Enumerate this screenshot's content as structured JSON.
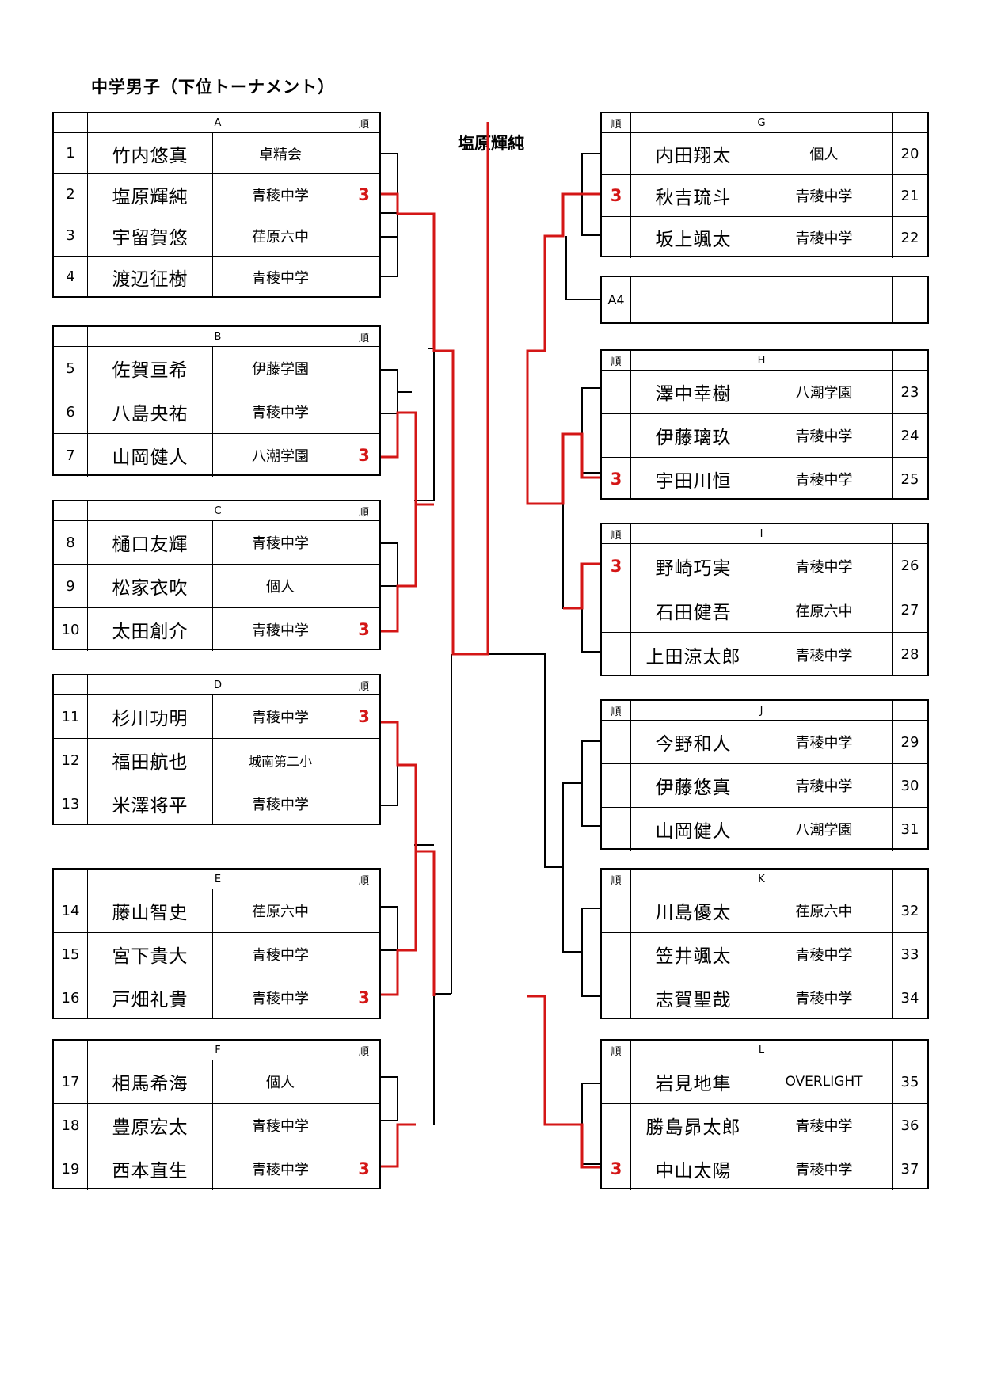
{
  "title": "中学男子（下位トーナメント）",
  "champion": "塩原輝純",
  "rank_label": "順",
  "groups": {
    "A": {
      "label": "A",
      "rows": [
        {
          "no": "1",
          "name": "竹内悠真",
          "team": "卓精会",
          "score": ""
        },
        {
          "no": "2",
          "name": "塩原輝純",
          "team": "青稜中学",
          "score": "3"
        },
        {
          "no": "3",
          "name": "宇留賀悠",
          "team": "荏原六中",
          "score": ""
        },
        {
          "no": "4",
          "name": "渡辺征樹",
          "team": "青稜中学",
          "score": ""
        }
      ]
    },
    "B": {
      "label": "B",
      "rows": [
        {
          "no": "5",
          "name": "佐賀亘希",
          "team": "伊藤学園",
          "score": ""
        },
        {
          "no": "6",
          "name": "八島央祐",
          "team": "青稜中学",
          "score": ""
        },
        {
          "no": "7",
          "name": "山岡健人",
          "team": "八潮学園",
          "score": "3"
        }
      ]
    },
    "C": {
      "label": "C",
      "rows": [
        {
          "no": "8",
          "name": "樋口友輝",
          "team": "青稜中学",
          "score": ""
        },
        {
          "no": "9",
          "name": "松家衣吹",
          "team": "個人",
          "score": ""
        },
        {
          "no": "10",
          "name": "太田創介",
          "team": "青稜中学",
          "score": "3"
        }
      ]
    },
    "D": {
      "label": "D",
      "rows": [
        {
          "no": "11",
          "name": "杉川功明",
          "team": "青稜中学",
          "score": "3"
        },
        {
          "no": "12",
          "name": "福田航也",
          "team": "城南第二小",
          "score": ""
        },
        {
          "no": "13",
          "name": "米澤将平",
          "team": "青稜中学",
          "score": ""
        }
      ]
    },
    "E": {
      "label": "E",
      "rows": [
        {
          "no": "14",
          "name": "藤山智史",
          "team": "荏原六中",
          "score": ""
        },
        {
          "no": "15",
          "name": "宮下貴大",
          "team": "青稜中学",
          "score": ""
        },
        {
          "no": "16",
          "name": "戸畑礼貴",
          "team": "青稜中学",
          "score": "3"
        }
      ]
    },
    "F": {
      "label": "F",
      "rows": [
        {
          "no": "17",
          "name": "相馬希海",
          "team": "個人",
          "score": ""
        },
        {
          "no": "18",
          "name": "豊原宏太",
          "team": "青稜中学",
          "score": ""
        },
        {
          "no": "19",
          "name": "西本直生",
          "team": "青稜中学",
          "score": "3"
        }
      ]
    },
    "G": {
      "label": "G",
      "rows": [
        {
          "no": "20",
          "name": "内田翔太",
          "team": "個人",
          "score": ""
        },
        {
          "no": "21",
          "name": "秋吉琉斗",
          "team": "青稜中学",
          "score": "3"
        },
        {
          "no": "22",
          "name": "坂上颯太",
          "team": "青稜中学",
          "score": ""
        }
      ]
    },
    "A4": {
      "label": "A4",
      "rows": [
        {
          "no": "",
          "name": "",
          "team": "",
          "score": ""
        }
      ]
    },
    "H": {
      "label": "H",
      "rows": [
        {
          "no": "23",
          "name": "澤中幸樹",
          "team": "八潮学園",
          "score": ""
        },
        {
          "no": "24",
          "name": "伊藤璃玖",
          "team": "青稜中学",
          "score": ""
        },
        {
          "no": "25",
          "name": "宇田川恒",
          "team": "青稜中学",
          "score": "3"
        }
      ]
    },
    "I": {
      "label": "I",
      "rows": [
        {
          "no": "26",
          "name": "野崎巧実",
          "team": "青稜中学",
          "score": "3"
        },
        {
          "no": "27",
          "name": "石田健吾",
          "team": "荏原六中",
          "score": ""
        },
        {
          "no": "28",
          "name": "上田涼太郎",
          "team": "青稜中学",
          "score": ""
        }
      ]
    },
    "J": {
      "label": "J",
      "rows": [
        {
          "no": "29",
          "name": "今野和人",
          "team": "青稜中学",
          "score": ""
        },
        {
          "no": "30",
          "name": "伊藤悠真",
          "team": "青稜中学",
          "score": ""
        },
        {
          "no": "31",
          "name": "山岡健人",
          "team": "八潮学園",
          "score": ""
        }
      ]
    },
    "K": {
      "label": "K",
      "rows": [
        {
          "no": "32",
          "name": "川島優太",
          "team": "荏原六中",
          "score": ""
        },
        {
          "no": "33",
          "name": "笠井颯太",
          "team": "青稜中学",
          "score": ""
        },
        {
          "no": "34",
          "name": "志賀聖哉",
          "team": "青稜中学",
          "score": ""
        }
      ]
    },
    "L": {
      "label": "L",
      "rows": [
        {
          "no": "35",
          "name": "岩見地隼",
          "team": "OVERLIGHT",
          "score": ""
        },
        {
          "no": "36",
          "name": "勝島昴太郎",
          "team": "青稜中学",
          "score": ""
        },
        {
          "no": "37",
          "name": "中山太陽",
          "team": "青稜中学",
          "score": "3"
        }
      ]
    }
  },
  "colors": {
    "winner_line": "#d41616",
    "line": "#000000"
  }
}
